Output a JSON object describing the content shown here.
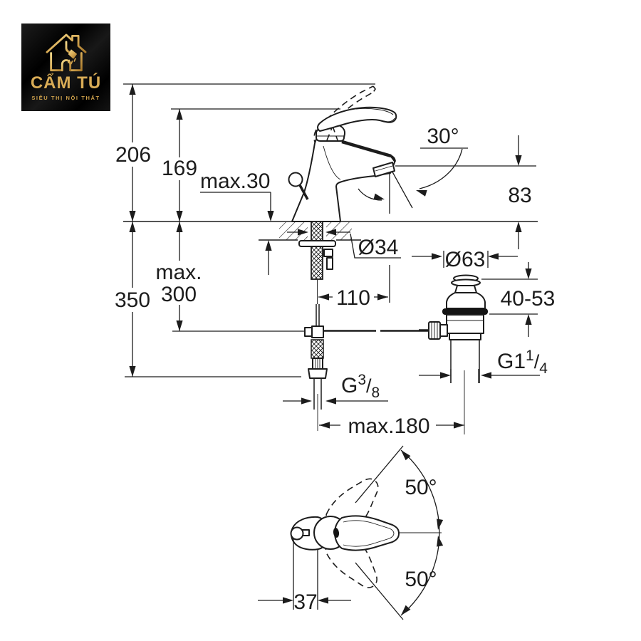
{
  "logo": {
    "title": "CẨM TÚ",
    "subtitle": "SIÊU THỊ NỘI THẤT",
    "gold": "#d9ac56",
    "background": "#0d0d0d"
  },
  "drawing": {
    "ink": "#1c1c1c",
    "dims": {
      "total_height": "206",
      "body_height": "169",
      "deck_max_thickness": "max.30",
      "spout_angle": "30°",
      "spout_height": "83",
      "mounting_hole": "Ø34",
      "hose_max_line1": "max.",
      "hose_max_line2": "300",
      "supply_height": "350",
      "spout_reach": "110",
      "waste_flange": "Ø63",
      "waste_adjust": "40-53",
      "waste_thread_base": "G1",
      "waste_thread_sup": "1",
      "waste_thread_slash": "/",
      "waste_thread_sub": "4",
      "supply_thread_base": "G",
      "supply_thread_sup": "3",
      "supply_thread_slash": "/",
      "supply_thread_sub": "8",
      "center_to_waste": "max.180",
      "handle_swing_up": "50°",
      "handle_swing_down": "50°",
      "handle_offset": "37"
    }
  }
}
